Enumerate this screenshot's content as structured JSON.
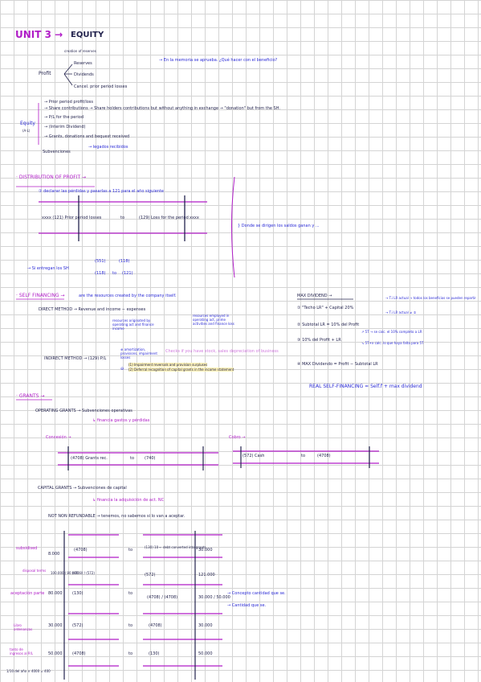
{
  "header": {
    "unit": "UNIT 3 →",
    "topic": "EQUITY"
  },
  "profit_block": {
    "profit_label": "Profit",
    "creation_of_reserves": "creation of reserves",
    "branches": [
      "Reserves",
      "Dividends",
      "Cancel. prior period losses"
    ],
    "question": "→ En la memoria se aprueba. ¿Qué hacer con el beneficio?"
  },
  "equity_block": {
    "label": "Equity",
    "sub": "(A-L)",
    "items": [
      "→ Prior period profit/loss",
      "→ Share contributions → Share holders contributions but without anything in exchange → \"donation\" but from the SH.",
      "→ P/L for the period",
      "→ (Interim Dividend)",
      "→ Grants, donations and bequest received",
      "Subvenciones",
      "→ legados recibidos"
    ]
  },
  "distribution": {
    "title": "· DISTRIBUTION OF PROFIT →",
    "step": "① declarar las pérdidas y pasarlas a 121 para el año siguiente",
    "left_entry": "xxxx (121) Prior period losses",
    "to": "to",
    "right_entry": "(129) Loss for the period",
    "right_amount": "xxxx",
    "side_note": "} Donde se dirigen los saldos ganan y ...",
    "shareholders": "→ Si entregan los SH",
    "sh_a": "(551)",
    "sh_a2": "(118)",
    "sh_b": "(118)",
    "sh_b2": "(121)",
    "sh_to": "to"
  },
  "self_financing": {
    "title": "· SELF FINANCING →",
    "title_desc": "are the resources created by the company itself.",
    "direct": "DIRECT METHOD → Revenue and income − expenses",
    "direct_note_a": "resources originated by operating act and finance income",
    "direct_note_b": "resources employed in operating act, prime activities and finance loss",
    "indirect": "INDIRECT METHOD → (129) P/L",
    "indirect_plus": "⊕ amortization, provisions, impairment losses",
    "indirect_minus": "⊖",
    "indirect_pink": "Checks if you have stock, sales depreciation of business",
    "highlight_1": "(1) Impairment reversals and provision surpluses",
    "highlight_2": "(2) Deferral recognition of capital grants in the income statement"
  },
  "max_dividend": {
    "title": "MAX DIVIDEND →",
    "rule_1": "① \"Techo LR\" + Capital 20%",
    "rule_1a": "→ T.i LR actual → todos los beneficios se pueden repartir",
    "rule_1b": "→ T.i LR actual ≠ ②",
    "rule_2": "② Subtotal LR = 10% del Profit",
    "rule_3": "③ 10% del Profit + LR",
    "rule_3a": "↗ 5T → se calc. el 10% completo a LR",
    "rule_3b": "↘ 5T+x calc. lo que haya falta para 5T",
    "rule_4": "④ MAX Dividendo = Profit − Subtotal LR",
    "real": "REAL SELF-FINANCING = Self.f + max dividend"
  },
  "grants": {
    "title": "· GRANTS →",
    "operating": "OPERATING GRANTS → Subvenciones operativas",
    "operating_sub": "↳ financia gastos y pérdidas",
    "concession": "Concesión →",
    "collect": "Cobro →",
    "entry_1_left": "(4708) Grants rec.",
    "entry_1_right": "(740)",
    "entry_2_left": "(572) Cash",
    "entry_2_right": "(4708)",
    "to": "to",
    "capital": "CAPITAL GRANTS → Subvenciones de capital",
    "capital_sub": "↳ financia la adquisición de act. NC",
    "not_refund": "NOT NON REFUNDABLE → tenemos, no sabemos si lo van a aceptar.",
    "rows": [
      {
        "label": "subsidised",
        "amount_l": "8.000",
        "acct_l": "(4708)",
        "acct_r": "(130) 10 ← debt converted into grants",
        "amount_r": "30.000"
      },
      {
        "label": "disposal terms",
        "amount_l": "100.000 / 80.000",
        "acct_l": "(4708) / (572)",
        "acct_r": "(572)",
        "amount_r": "121.000"
      },
      {
        "label": "aceptación parte",
        "amount_l": "80.000",
        "acct_l": "(130)",
        "acct_r": "(4708) / (4708)",
        "amount_r": "30.000 / 50.000",
        "note_1": "→ Concepto cantidad que se.",
        "note_2": "→ Cantidad que se."
      },
      {
        "label": "Libro ordenanzas",
        "amount_l": "30.000",
        "acct_l": "(572)",
        "acct_r": "(4708)",
        "amount_r": "30.000"
      },
      {
        "label": "tanto de ingresos al P/L",
        "amount_l": "50.000",
        "acct_l": "(4708)",
        "acct_r": "(130)",
        "amount_r": "50.000"
      }
    ],
    "footer_note": "1/10 del año × 4000 = 400"
  }
}
